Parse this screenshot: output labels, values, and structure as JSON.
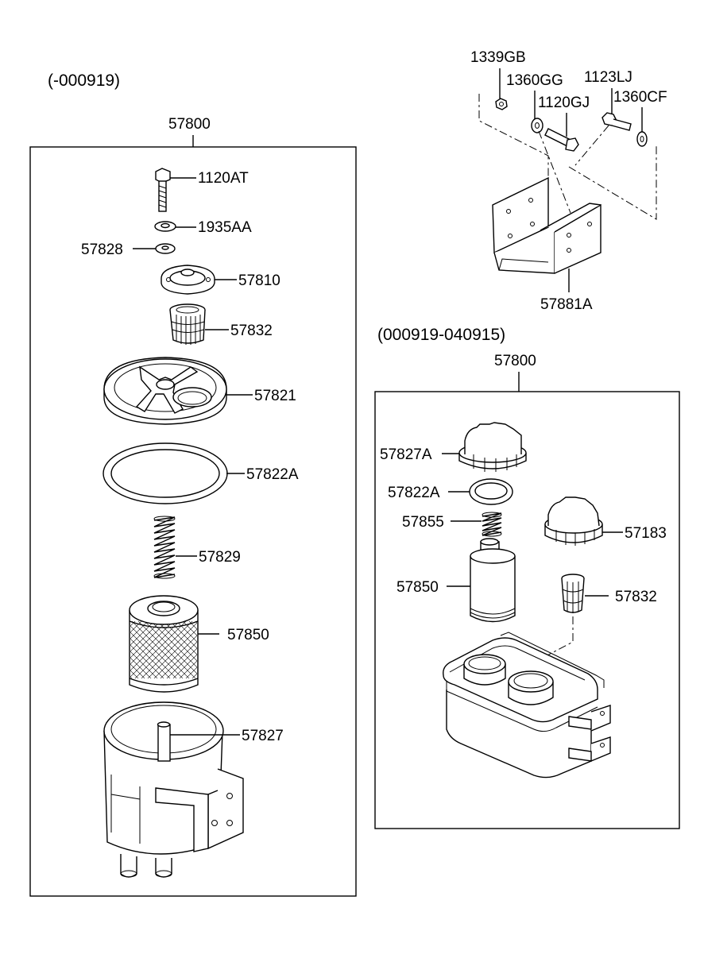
{
  "left_panel": {
    "version": "(-000919)",
    "assembly": "57800",
    "labels": {
      "bolt": "1120AT",
      "washer": "1935AA",
      "small_washer": "57828",
      "cover": "57810",
      "strainer": "57832",
      "cap": "57821",
      "gasket": "57822A",
      "spring": "57829",
      "filter": "57850",
      "tank": "57827"
    }
  },
  "right_panel": {
    "version": "(000919-040915)",
    "assembly": "57800",
    "labels": {
      "cap": "57827A",
      "gasket": "57822A",
      "spring": "57855",
      "filter": "57850",
      "cap2": "57183",
      "strainer": "57832"
    }
  },
  "bracket": {
    "labels": {
      "nut": "1339GB",
      "washer": "1360GG",
      "bolt": "1120GJ",
      "bolt2": "1123LJ",
      "washer2": "1360CF",
      "bracket": "57881A"
    }
  }
}
